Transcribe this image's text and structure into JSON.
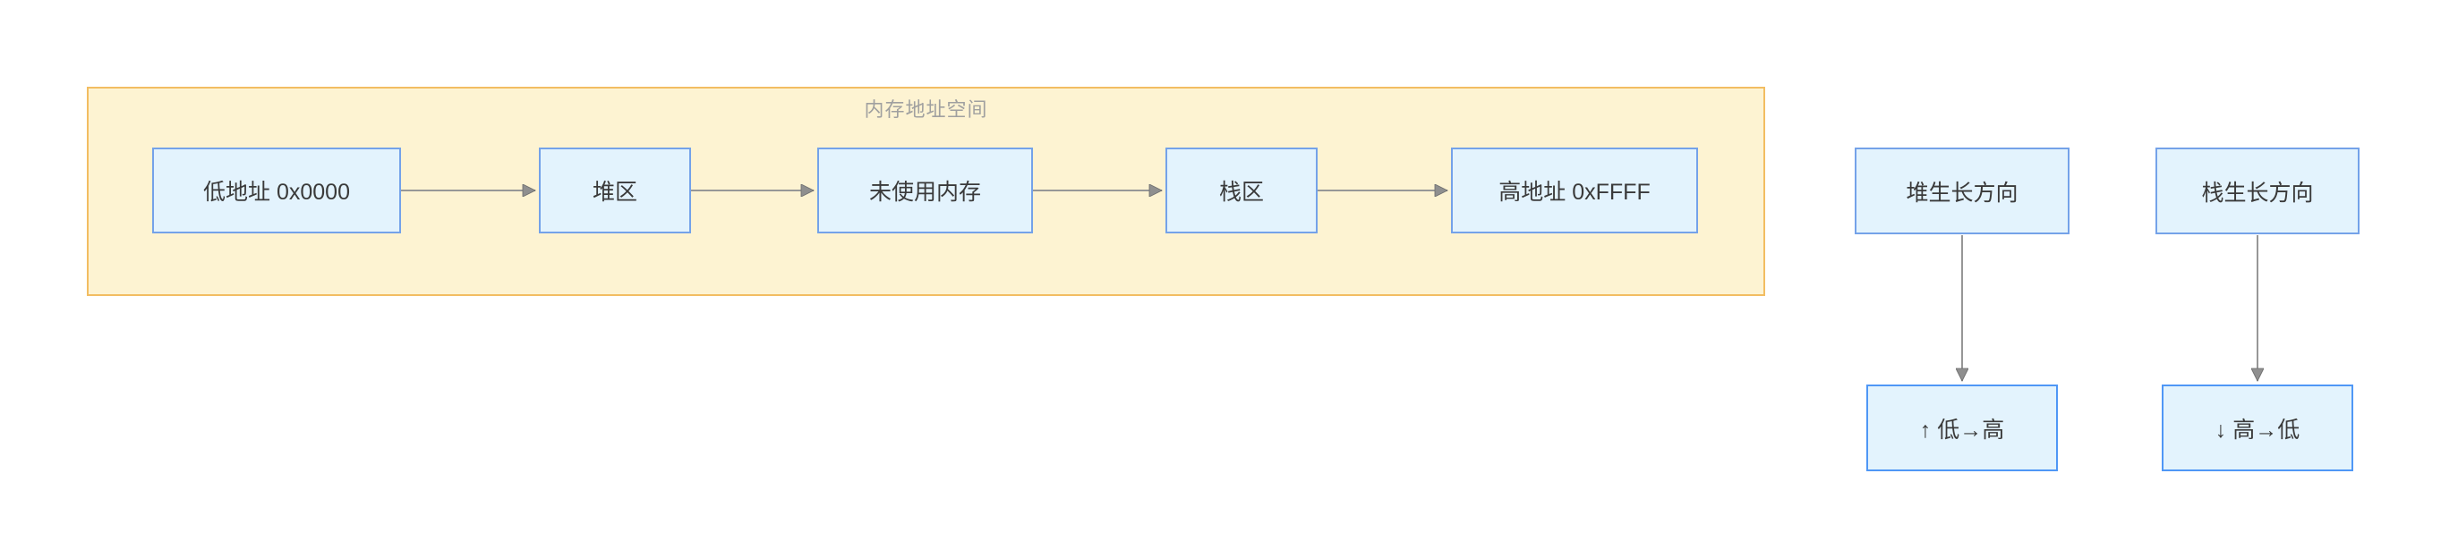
{
  "memory_group": {
    "title": "内存地址空间",
    "nodes": [
      {
        "label": "低地址 0x0000"
      },
      {
        "label": "堆区"
      },
      {
        "label": "未使用内存"
      },
      {
        "label": "栈区"
      },
      {
        "label": "高地址 0xFFFF"
      }
    ]
  },
  "growth_directions": {
    "heap": {
      "label": "堆生长方向",
      "result": "↑ 低→高"
    },
    "stack": {
      "label": "栈生长方向",
      "result": "↓ 高→低"
    }
  },
  "colors": {
    "group-fill": "#fdf3d2",
    "group-border": "#f2bd62",
    "group-title": "#a0a0a0",
    "node-fill": "#e3f3fd",
    "node-border": "#74a2e9",
    "result-node-border": "#4f97f6",
    "node-text": "#3a3a3a",
    "arrow": "#979797"
  }
}
